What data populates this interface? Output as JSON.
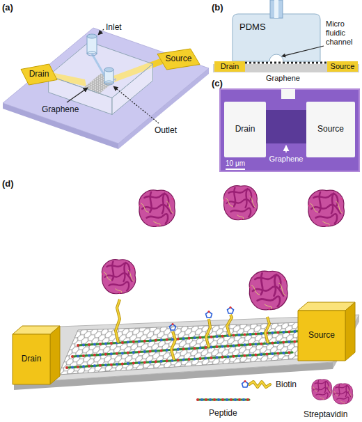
{
  "diagram": {
    "nodes": [
      {
        "text": [
          "Source"
        ]
      },
      {
        "text": [
          "Drain"
        ]
      },
      {
        "text": [
          "PDMS"
        ]
      },
      {
        "text": [
          "Drain"
        ]
      },
      {
        "text": [
          "Source"
        ]
      },
      {
        "text": [
          "Drain"
        ]
      },
      {
        "text": [
          "Source"
        ]
      },
      {
        "text": [
          "Drain"
        ]
      },
      {
        "text": [
          "Source"
        ]
      }
    ],
    "labels": [
      "(a)",
      "Inlet",
      "Graphene",
      "Outlet",
      "(b)",
      "Micro fluidic channel",
      "Graphene",
      "(c)",
      "10 μm",
      "Graphene",
      "(d)"
    ],
    "legend": [
      {
        "text": "Biotin"
      },
      {
        "text": "Peptide"
      },
      {
        "text": "Streptavidin"
      }
    ]
  }
}
